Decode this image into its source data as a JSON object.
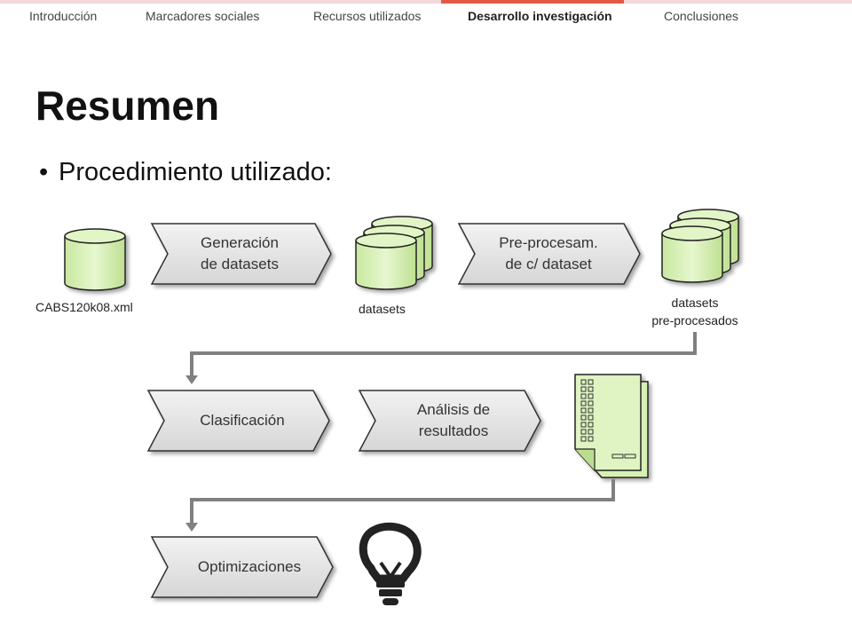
{
  "nav": {
    "tabs": [
      {
        "label": "Introducción"
      },
      {
        "label": "Marcadores sociales"
      },
      {
        "label": "Recursos utilizados"
      },
      {
        "label": "Desarrollo investigación",
        "active": true
      },
      {
        "label": "Conclusiones"
      }
    ]
  },
  "title": "Resumen",
  "bullet": "Procedimiento utilizado:",
  "diagram": {
    "source_label": "CABS120k08.xml",
    "step1_line1": "Generación",
    "step1_line2": "de datasets",
    "datasets_label": "datasets",
    "step2_line1": "Pre-procesam.",
    "step2_line2": "de c/ dataset",
    "preproc_label_line1": "datasets",
    "preproc_label_line2": "pre-procesados",
    "step3": "Clasificación",
    "step4_line1": "Análisis de",
    "step4_line2": "resultados",
    "step5": "Optimizaciones"
  },
  "colors": {
    "accent": "#e05a45",
    "cylinder_fill": "#d7f0b4",
    "chevron_fill": "#e6e6e6",
    "arrow": "#7f7f7f"
  }
}
